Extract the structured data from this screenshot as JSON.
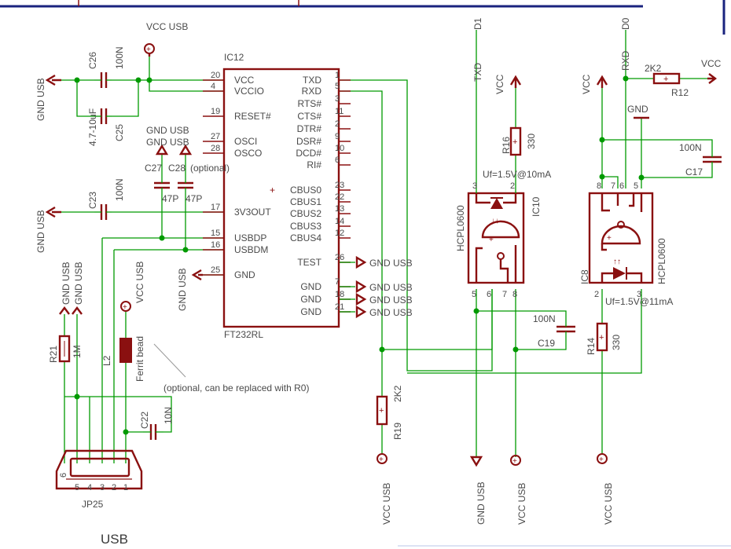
{
  "colors": {
    "wire": "#009a00",
    "part": "#8a1010",
    "text": "#4a4a4a",
    "frame": "#1a237e",
    "background": "#ffffff"
  },
  "title": "USB",
  "icons": [
    "power-circle-icon",
    "ground-triangle-icon",
    "power-arrow-icon",
    "signal-arrow-icon",
    "ferrite-icon",
    "resistor-icon",
    "capacitor-icon",
    "led-icon",
    "photodiode-icon"
  ],
  "nets": {
    "vcc_usb": "VCC USB",
    "gnd_usb": "GND USB",
    "vcc": "VCC",
    "gnd": "GND",
    "d1": "D1",
    "d0": "D0",
    "txd": "TXD",
    "rxd": "RXD"
  },
  "ic12": {
    "name": "IC12",
    "value": "FT232RL",
    "left_pins": [
      {
        "num": "20",
        "name": "VCC"
      },
      {
        "num": "4",
        "name": "VCCIO"
      },
      {
        "num": "19",
        "name": "RESET#"
      },
      {
        "num": "27",
        "name": "OSCI"
      },
      {
        "num": "28",
        "name": "OSCO"
      },
      {
        "num": "17",
        "name": "3V3OUT"
      },
      {
        "num": "15",
        "name": "USBDP"
      },
      {
        "num": "16",
        "name": "USBDM"
      },
      {
        "num": "25",
        "name": "GND"
      }
    ],
    "right_pins": [
      {
        "num": "1",
        "name": "TXD"
      },
      {
        "num": "5",
        "name": "RXD"
      },
      {
        "num": "3",
        "name": "RTS#"
      },
      {
        "num": "11",
        "name": "CTS#"
      },
      {
        "num": "2",
        "name": "DTR#"
      },
      {
        "num": "9",
        "name": "DSR#"
      },
      {
        "num": "10",
        "name": "DCD#"
      },
      {
        "num": "6",
        "name": "RI#"
      },
      {
        "num": "23",
        "name": "CBUS0"
      },
      {
        "num": "22",
        "name": "CBUS1"
      },
      {
        "num": "13",
        "name": "CBUS2"
      },
      {
        "num": "14",
        "name": "CBUS3"
      },
      {
        "num": "12",
        "name": "CBUS4"
      },
      {
        "num": "26",
        "name": "TEST"
      },
      {
        "num": "7",
        "name": "GND"
      },
      {
        "num": "18",
        "name": "GND"
      },
      {
        "num": "21",
        "name": "GND"
      }
    ]
  },
  "caps": {
    "c26": {
      "name": "C26",
      "value": "100N"
    },
    "c25": {
      "name": "C25",
      "value": "4.7-10uF"
    },
    "c27": {
      "name": "C27",
      "value": "47P"
    },
    "c28": {
      "name": "C28",
      "value": "47P",
      "note": "(optional)"
    },
    "c23": {
      "name": "C23",
      "value": "100N"
    },
    "c22": {
      "name": "C22",
      "value": "10N"
    },
    "c19": {
      "name": "C19",
      "value": "100N"
    },
    "c17": {
      "name": "C17",
      "value": "100N"
    }
  },
  "resistors": {
    "r21": {
      "name": "R21",
      "value": "1M"
    },
    "r19": {
      "name": "R19",
      "value": "2K2"
    },
    "r16": {
      "name": "R16",
      "value": "330"
    },
    "r14": {
      "name": "R14",
      "value": "330"
    },
    "r12": {
      "name": "R12",
      "value": "2K2"
    }
  },
  "ferrite": {
    "name": "L2",
    "value": "Ferrit bead",
    "note": "(optional, can be replaced with R0)"
  },
  "connector": {
    "name": "JP25",
    "pins": [
      "5",
      "4",
      "3",
      "2",
      "1"
    ],
    "shield": "6"
  },
  "ic10": {
    "name": "IC10",
    "value": "HCPL0600",
    "pins_top": [
      "3",
      "2"
    ],
    "pins_bottom": [
      "5",
      "6",
      "7",
      "8"
    ],
    "note": "Uf=1.5V@10mA"
  },
  "ic8": {
    "name": "IC8",
    "value": "HCPL0600",
    "pins_top": [
      "8",
      "7",
      "6",
      "5"
    ],
    "pins_bottom": [
      "2",
      "3"
    ],
    "note": "Uf=1.5V@11mA"
  }
}
